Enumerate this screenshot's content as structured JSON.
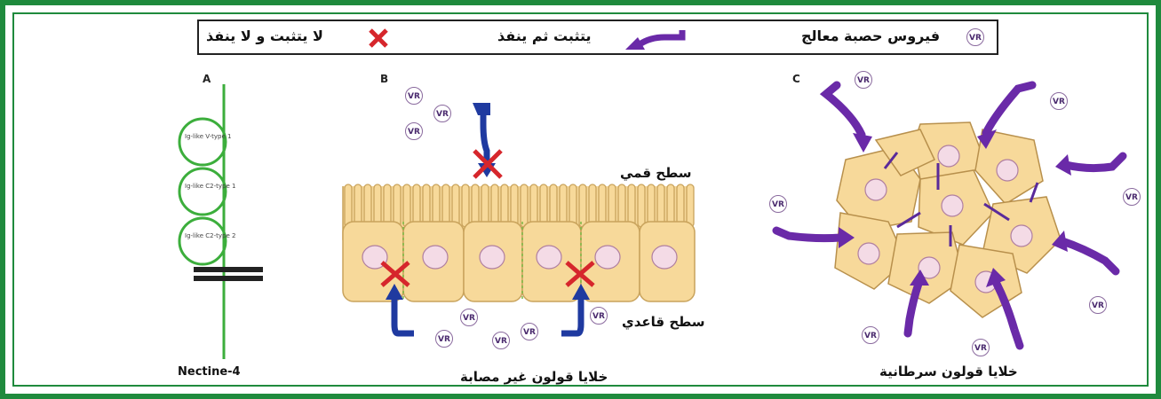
{
  "legend": {
    "virus_text": "فيروس حصبة معالج",
    "virus_badge": "VR",
    "binds_enters_text": "يتثبت ثم ينفذ",
    "no_bind_text": "لا يتثبت و لا ينفذ"
  },
  "panel_a": {
    "letter": "A",
    "domains": [
      "Ig-like V-type 1",
      "Ig-like C2-type 1",
      "Ig-like C2-type 2"
    ],
    "caption": "Nectine-4"
  },
  "panel_b": {
    "letter": "B",
    "apical_label": "سطح قمي",
    "basal_label": "سطح قاعدي",
    "caption": "خلايا قولون غير مصابة"
  },
  "panel_c": {
    "letter": "C",
    "caption": "خلايا قولون سرطانية"
  },
  "colors": {
    "frame": "#1f8a3d",
    "cell_fill": "#f7d99a",
    "nucleus": "#f4dbe6",
    "arrow_purple": "#6a2aa8",
    "arrow_blue": "#1f3aa0",
    "cross_red": "#d6262c",
    "receptor_green": "#3cae3c"
  },
  "icons": {
    "virus": "vr-circle-icon",
    "enter_arrow": "curved-arrow-icon",
    "blocked": "red-x-icon"
  }
}
